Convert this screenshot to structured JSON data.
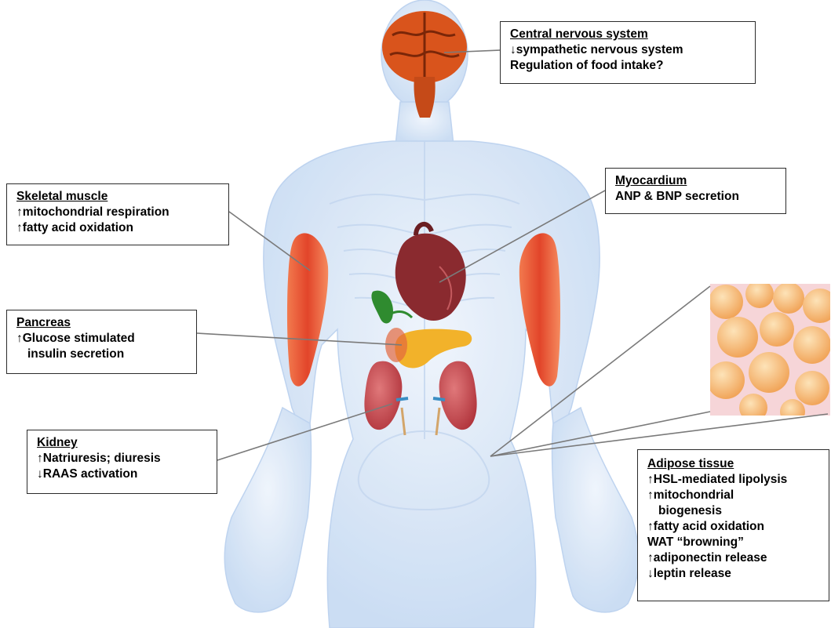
{
  "boxes": {
    "cns": {
      "title": "Central nervous system",
      "lines": [
        "↓sympathetic nervous system",
        "Regulation of food intake?"
      ]
    },
    "skeletal": {
      "title": "Skeletal muscle",
      "lines": [
        "↑mitochondrial respiration",
        "↑fatty acid oxidation"
      ]
    },
    "myocardium": {
      "title": "Myocardium",
      "lines": [
        "ANP & BNP secretion"
      ]
    },
    "pancreas": {
      "title": "Pancreas",
      "lines": [
        "↑Glucose stimulated",
        "insulin secretion"
      ]
    },
    "kidney": {
      "title": "Kidney",
      "lines": [
        "↑Natriuresis; diuresis",
        "↓RAAS activation"
      ]
    },
    "adipose": {
      "title": "Adipose tissue",
      "lines": [
        "↑HSL-mediated lipolysis",
        "↑mitochondrial",
        "biogenesis",
        "↑fatty acid oxidation",
        "WAT “browning”",
        "↑adiponectin release",
        "↓leptin release"
      ]
    }
  },
  "colors": {
    "body": "#cfe0f5",
    "muscle": "#e2452a",
    "brain": "#d9541c",
    "heart": "#8a2a2f",
    "pancreas": "#f2b22a",
    "kidney": "#c4454a",
    "gallbladder": "#2f8b2f",
    "fat_cell": "#f4b874",
    "connector": "#7a7a7a"
  }
}
